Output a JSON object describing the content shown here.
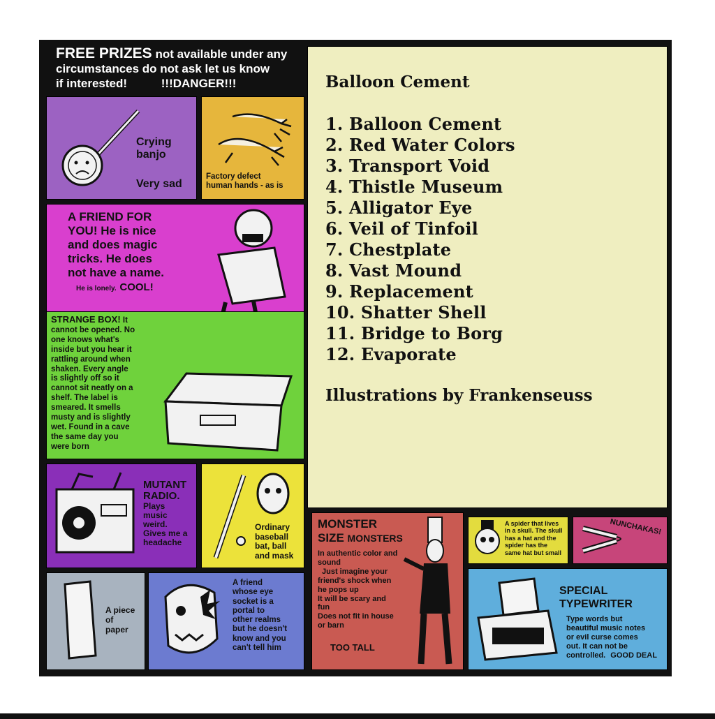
{
  "colors": {
    "frame": "#111111",
    "cream": "#efeec0",
    "purple": "#9c62c2",
    "mustard": "#e6b63c",
    "magenta": "#d93fce",
    "green": "#6fd23c",
    "violet": "#8a2fb8",
    "yellow": "#ece23a",
    "grey": "#a8b3bf",
    "blue": "#6c7bd0",
    "rust": "#c95a52",
    "yellow2": "#e3dc3e",
    "pink": "#c7457a",
    "sky": "#5faedc"
  },
  "banner": {
    "line1_bold": "FREE PRIZES",
    "line1_rest": "not available under any",
    "line2": "circumstances do not ask let us know",
    "line3": "if interested!",
    "danger": "!!!DANGER!!!"
  },
  "tracklist": {
    "title": "Balloon Cement",
    "tracks": [
      "1. Balloon Cement",
      "2. Red Water Colors",
      "3. Transport Void",
      "4. Thistle Museum",
      "5. Alligator Eye",
      "6. Veil of Tinfoil",
      "7. Chestplate",
      "8. Vast Mound",
      "9. Replacement",
      "10. Shatter Shell",
      "11. Bridge to Borg",
      "12. Evaporate"
    ],
    "credit": "Illustrations by Frankenseuss"
  },
  "panels": {
    "banjo": {
      "caption1": "Crying",
      "caption2": "banjo",
      "caption3": "Very sad",
      "icon": "banjo-icon"
    },
    "hands": {
      "caption1": "Factory defect",
      "caption2": "human hands - as is",
      "icon": "hands-icon"
    },
    "friend": {
      "line1": "A FRIEND FOR",
      "line2": "YOU! He is nice",
      "line3": "and does magic",
      "line4": "tricks. He does",
      "line5": "not have a name.",
      "small": "He is lonely.",
      "cool": "COOL!",
      "icon": "ventriloquist-doll-icon"
    },
    "box": {
      "title": "STRANGE BOX!",
      "lines": [
        "It",
        "cannot be opened. No",
        "one knows  what's",
        "inside but you hear it",
        "rattling around when",
        "shaken. Every angle",
        "is slightly off so it",
        "cannot sit neatly on a",
        "shelf. The label is",
        "smeared. It smells",
        "musty and is slightly",
        "wet. Found in a cave",
        "the same day you",
        "were born"
      ],
      "icon": "box-icon"
    },
    "radio": {
      "title1": "MUTANT",
      "title2": "RADIO.",
      "lines": [
        "Plays",
        "music",
        "weird.",
        "Gives me a",
        "headache"
      ],
      "icon": "radio-icon"
    },
    "bat": {
      "lines": [
        "Ordinary",
        "baseball",
        "bat, ball",
        "and mask"
      ],
      "icon": "baseball-bat-icon"
    },
    "paper": {
      "lines": [
        "A piece",
        "of",
        "paper"
      ],
      "icon": "paper-icon"
    },
    "eye": {
      "lines": [
        "A friend",
        "whose eye",
        "socket is a",
        "portal to",
        "other realms",
        "but he doesn't",
        "know and you",
        "can't tell him"
      ],
      "icon": "portal-face-icon"
    },
    "monster": {
      "title1": "MONSTER",
      "title2": "SIZE",
      "title3": "MONSTERS",
      "lines": [
        "In authentic color and",
        "sound",
        "Just imagine your",
        "friend's shock when",
        "he pops up",
        "It will be scary and",
        "fun",
        "Does not fit in house",
        "or barn"
      ],
      "tall": "TOO TALL",
      "icon": "tall-monster-icon"
    },
    "spider": {
      "lines": [
        "A spider that lives",
        "in a skull. The skull",
        "has a hat and the",
        "spider has the",
        "same hat but small"
      ],
      "icon": "skull-icon"
    },
    "nunchakas": {
      "label": "NUNCHAKAS!",
      "icon": "nunchaku-icon"
    },
    "typewriter": {
      "title1": "SPECIAL",
      "title2": "TYPEWRITER",
      "lines": [
        "Type words but",
        "beautiful music notes",
        "or evil curse comes",
        "out. It can not be",
        "controlled."
      ],
      "deal": "GOOD DEAL",
      "icon": "typewriter-icon"
    }
  }
}
